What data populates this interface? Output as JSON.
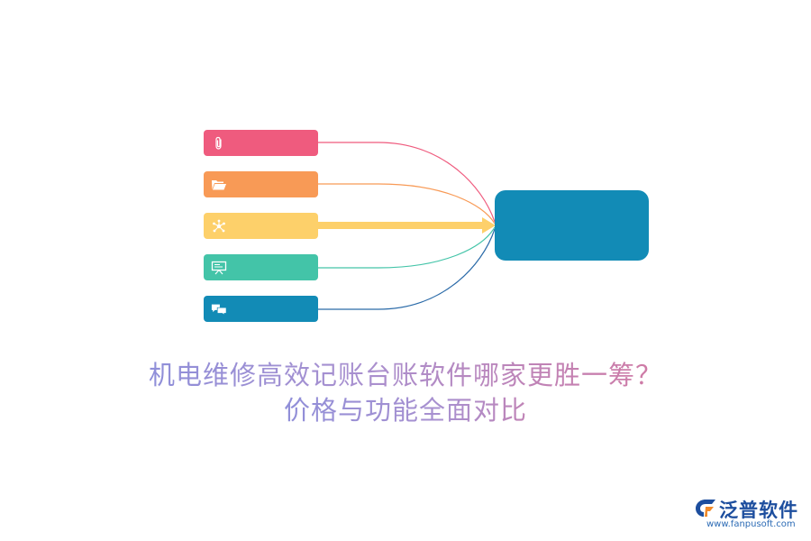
{
  "title": {
    "line1": "机电维修高效记账台账软件哪家更胜一筹？",
    "line2": "价格与功能全面对比"
  },
  "branches": [
    {
      "icon": "paperclip-icon",
      "color": "#ef5b7e"
    },
    {
      "icon": "folder-icon",
      "color": "#f89a56"
    },
    {
      "icon": "network-icon",
      "color": "#fdd06a"
    },
    {
      "icon": "presentation-icon",
      "color": "#43c4a8"
    },
    {
      "icon": "chat-bubbles-icon",
      "color": "#128bb6"
    }
  ],
  "hub": {
    "color": "#128bb6"
  },
  "logo": {
    "name": "泛普软件",
    "url": "www.fanpusoft.com"
  }
}
